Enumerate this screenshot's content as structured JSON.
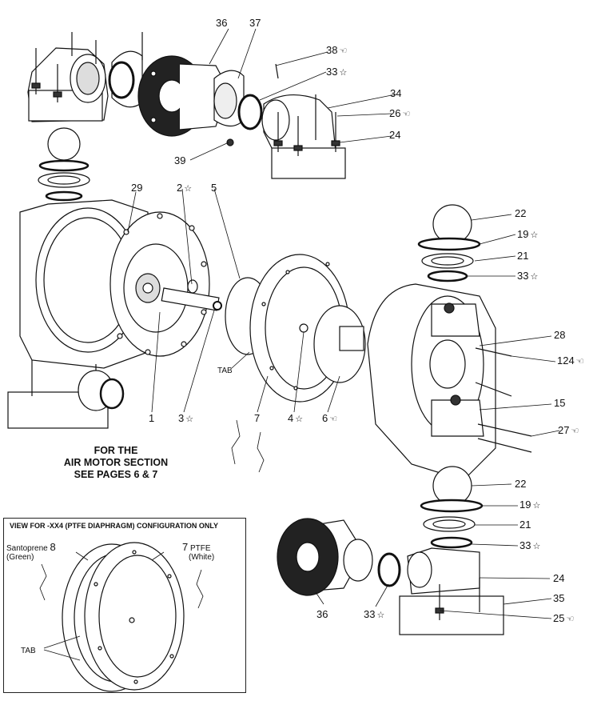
{
  "callouts": [
    {
      "id": "c36t",
      "num": "36",
      "sym": ""
    },
    {
      "id": "c37",
      "num": "37",
      "sym": ""
    },
    {
      "id": "c38",
      "num": "38",
      "sym": "☜"
    },
    {
      "id": "c33a",
      "num": "33",
      "sym": "☆"
    },
    {
      "id": "c34",
      "num": "34",
      "sym": ""
    },
    {
      "id": "c26",
      "num": "26",
      "sym": "☜"
    },
    {
      "id": "c24a",
      "num": "24",
      "sym": ""
    },
    {
      "id": "c39",
      "num": "39",
      "sym": ""
    },
    {
      "id": "c29",
      "num": "29",
      "sym": ""
    },
    {
      "id": "c2",
      "num": "2",
      "sym": "☆"
    },
    {
      "id": "c5",
      "num": "5",
      "sym": ""
    },
    {
      "id": "c22a",
      "num": "22",
      "sym": ""
    },
    {
      "id": "c19a",
      "num": "19",
      "sym": "☆"
    },
    {
      "id": "c21a",
      "num": "21",
      "sym": ""
    },
    {
      "id": "c33b",
      "num": "33",
      "sym": "☆"
    },
    {
      "id": "c28",
      "num": "28",
      "sym": ""
    },
    {
      "id": "c124",
      "num": "124",
      "sym": "☜"
    },
    {
      "id": "c15",
      "num": "15",
      "sym": ""
    },
    {
      "id": "c27",
      "num": "27",
      "sym": "☜"
    },
    {
      "id": "c1",
      "num": "1",
      "sym": ""
    },
    {
      "id": "c3",
      "num": "3",
      "sym": "☆"
    },
    {
      "id": "c7",
      "num": "7",
      "sym": ""
    },
    {
      "id": "c4",
      "num": "4",
      "sym": "☆"
    },
    {
      "id": "c6",
      "num": "6",
      "sym": "☜"
    },
    {
      "id": "c22b",
      "num": "22",
      "sym": ""
    },
    {
      "id": "c19b",
      "num": "19",
      "sym": "☆"
    },
    {
      "id": "c21b",
      "num": "21",
      "sym": ""
    },
    {
      "id": "c33c",
      "num": "33",
      "sym": "☆"
    },
    {
      "id": "c24b",
      "num": "24",
      "sym": ""
    },
    {
      "id": "c35",
      "num": "35",
      "sym": ""
    },
    {
      "id": "c25",
      "num": "25",
      "sym": "☜"
    },
    {
      "id": "c36b",
      "num": "36",
      "sym": ""
    },
    {
      "id": "c33d",
      "num": "33",
      "sym": "☆"
    }
  ],
  "tab_label": "TAB",
  "note": {
    "line1": "FOR THE",
    "line2": "AIR MOTOR SECTION",
    "line3": "SEE PAGES 6 & 7"
  },
  "inset": {
    "title": "VIEW FOR -XX4 (PTFE DIAPHRAGM) CONFIGURATION ONLY",
    "santoprene_label": "Santoprene",
    "santoprene_num": "8",
    "green": "(Green)",
    "ptfe_num": "7",
    "ptfe_label": "PTFE",
    "white": "(White)",
    "tab_label": "TAB"
  }
}
